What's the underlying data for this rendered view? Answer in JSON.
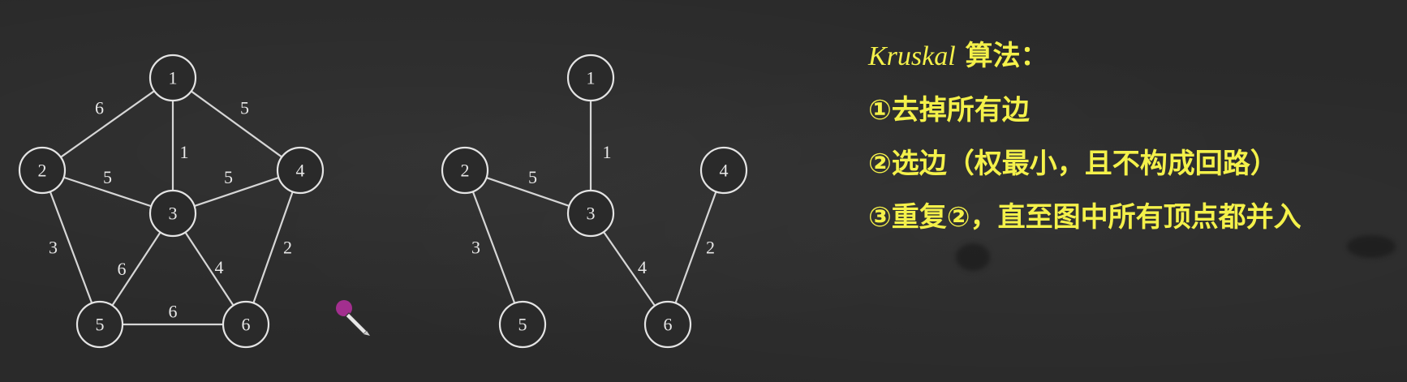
{
  "graph_full": {
    "nodes": [
      "1",
      "2",
      "3",
      "4",
      "5",
      "6"
    ],
    "edges": [
      {
        "from": "1",
        "to": "2",
        "weight": "6"
      },
      {
        "from": "1",
        "to": "3",
        "weight": "1"
      },
      {
        "from": "1",
        "to": "4",
        "weight": "5"
      },
      {
        "from": "2",
        "to": "3",
        "weight": "5"
      },
      {
        "from": "3",
        "to": "4",
        "weight": "5"
      },
      {
        "from": "2",
        "to": "5",
        "weight": "3"
      },
      {
        "from": "3",
        "to": "5",
        "weight": "6"
      },
      {
        "from": "3",
        "to": "6",
        "weight": "4"
      },
      {
        "from": "4",
        "to": "6",
        "weight": "2"
      },
      {
        "from": "5",
        "to": "6",
        "weight": "6"
      }
    ]
  },
  "graph_mst": {
    "nodes": [
      "1",
      "2",
      "3",
      "4",
      "5",
      "6"
    ],
    "edges": [
      {
        "from": "1",
        "to": "3",
        "weight": "1"
      },
      {
        "from": "2",
        "to": "3",
        "weight": "5"
      },
      {
        "from": "2",
        "to": "5",
        "weight": "3"
      },
      {
        "from": "3",
        "to": "6",
        "weight": "4"
      },
      {
        "from": "4",
        "to": "6",
        "weight": "2"
      }
    ]
  },
  "notes": {
    "title_en": "Kruskal",
    "title_zh": " 算法：",
    "step1": "①去掉所有边",
    "step2": "②选边（权最小，且不构成回路）",
    "step3": "③重复②，直至图中所有顶点都并入"
  },
  "colors": {
    "board": "#2a2a2a",
    "chalk": "#e4e4e4",
    "highlight": "#f4f14a",
    "cursor": "#b0309a"
  },
  "icons": {
    "cursor": "pen-cursor-icon"
  }
}
